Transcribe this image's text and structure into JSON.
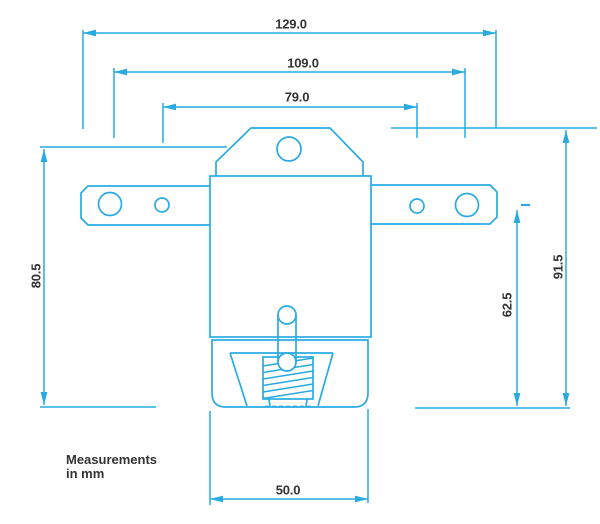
{
  "diagram": {
    "type": "technical-dimension-drawing",
    "units_note": {
      "line1": "Measurements",
      "line2": "in mm"
    },
    "colors": {
      "line": "#29ABE2",
      "text": "#333333",
      "background": "#ffffff"
    },
    "dimensions": {
      "outer_width": "129.0",
      "middle_width": "109.0",
      "inner_width": "79.0",
      "left_height": "80.5",
      "overall_right_height": "91.5",
      "bracket_to_base_height": "62.5",
      "base_width": "50.0"
    }
  }
}
